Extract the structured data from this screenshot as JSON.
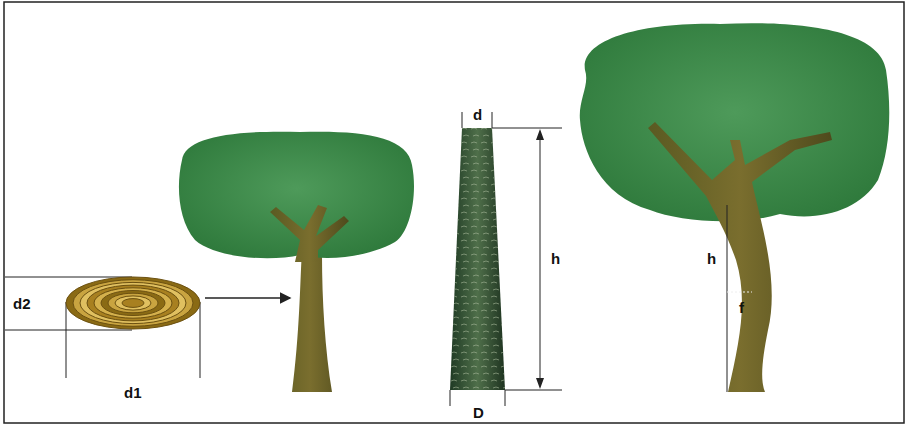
{
  "diagram": {
    "labels": [
      "d2",
      "d1",
      "d",
      "h",
      "D",
      "h",
      "f"
    ]
  }
}
